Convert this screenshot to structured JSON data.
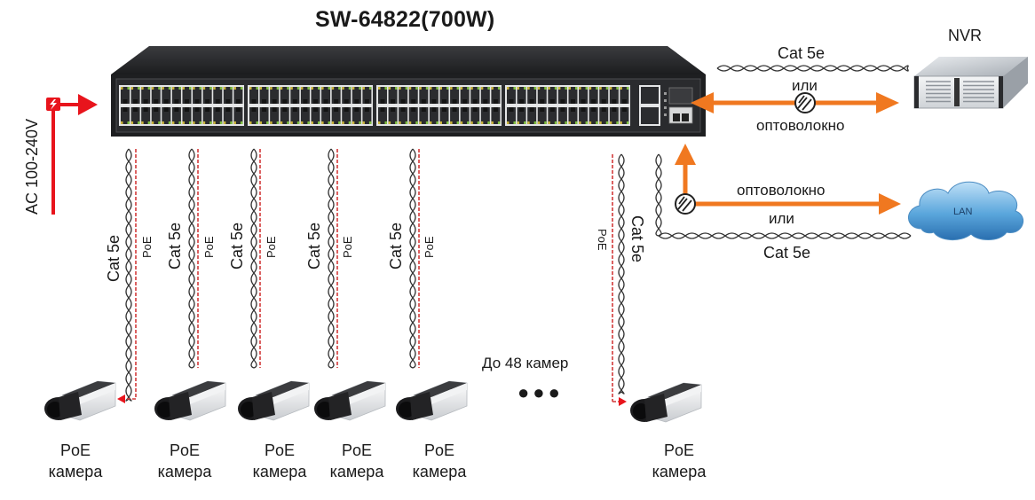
{
  "title": "SW-64822(700W)",
  "switch": {
    "name": "PoE switch front panel",
    "port_blocks": 4,
    "ports_per_block_per_row": 6,
    "poe_ports": 48,
    "uplink_rj45_ports": 2,
    "sfp_slots": 2
  },
  "power": {
    "label": "AC 100-240V",
    "icon": "lightning-icon"
  },
  "nvr": {
    "label": "NVR",
    "link": {
      "cable_label": "Cat 5e",
      "or_label": "или",
      "fiber_label": "оптоволокно"
    }
  },
  "lan": {
    "label": "LAN",
    "link": {
      "fiber_label": "оптоволокно",
      "or_label": "или",
      "cable_label": "Cat 5e"
    }
  },
  "camera_links": [
    {
      "cable_label": "Cat 5e",
      "poe_label": "PoE"
    },
    {
      "cable_label": "Cat 5e",
      "poe_label": "PoE"
    },
    {
      "cable_label": "Cat 5e",
      "poe_label": "PoE"
    },
    {
      "cable_label": "Cat 5e",
      "poe_label": "PoE"
    },
    {
      "cable_label": "Cat 5e",
      "poe_label": "PoE"
    },
    {
      "cable_label": "Cat 5e",
      "poe_label": "PoE"
    }
  ],
  "cameras": [
    {
      "line1": "PoE",
      "line2": "камера"
    },
    {
      "line1": "PoE",
      "line2": "камера"
    },
    {
      "line1": "PoE",
      "line2": "камера"
    },
    {
      "line1": "PoE",
      "line2": "камера"
    },
    {
      "line1": "PoE",
      "line2": "камера"
    },
    {
      "line1": "PoE",
      "line2": "камера"
    }
  ],
  "max_cameras_label": "До 48 камер",
  "ellipsis": "●●●",
  "colors": {
    "fiber_arrow": "#f07820",
    "power": "#e8141c",
    "poe_dash": "#d23a3a",
    "switch_body": "#1f2022",
    "lan_cloud": "#3f8fd0"
  }
}
